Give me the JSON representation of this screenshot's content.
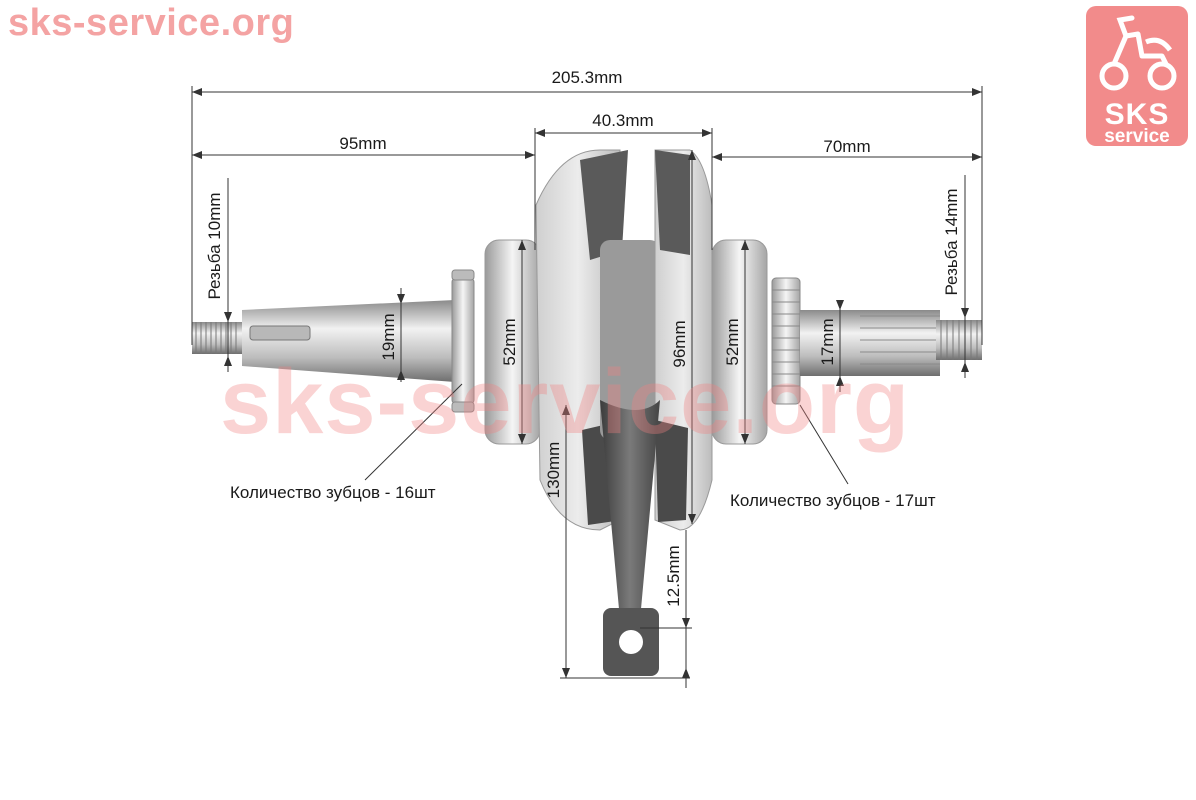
{
  "watermarks": {
    "top_left": "sks-service.org",
    "center": "sks-service.org",
    "logo_line1": "SKS",
    "logo_line2": "service"
  },
  "dimensions": {
    "total_length": "205.3mm",
    "left_shaft": "95mm",
    "center_width": "40.3mm",
    "right_shaft": "70mm",
    "left_thread": "Резьба 10mm",
    "right_thread": "Резьба 14mm",
    "left_shaft_diameter": "19mm",
    "left_bearing": "52mm",
    "flywheel_diameter": "96mm",
    "right_bearing": "52mm",
    "right_shaft_diameter": "17mm",
    "rod_length": "130mm",
    "small_end_bore": "12.5mm"
  },
  "notes": {
    "left_teeth": "Количество зубцов - 16шт",
    "right_teeth": "Количество зубцов - 17шт"
  },
  "colors": {
    "metal_light": "#d9d9d9",
    "metal_dark": "#555555",
    "watermark": "#f4a3a3",
    "logo": "#f28b8b"
  }
}
